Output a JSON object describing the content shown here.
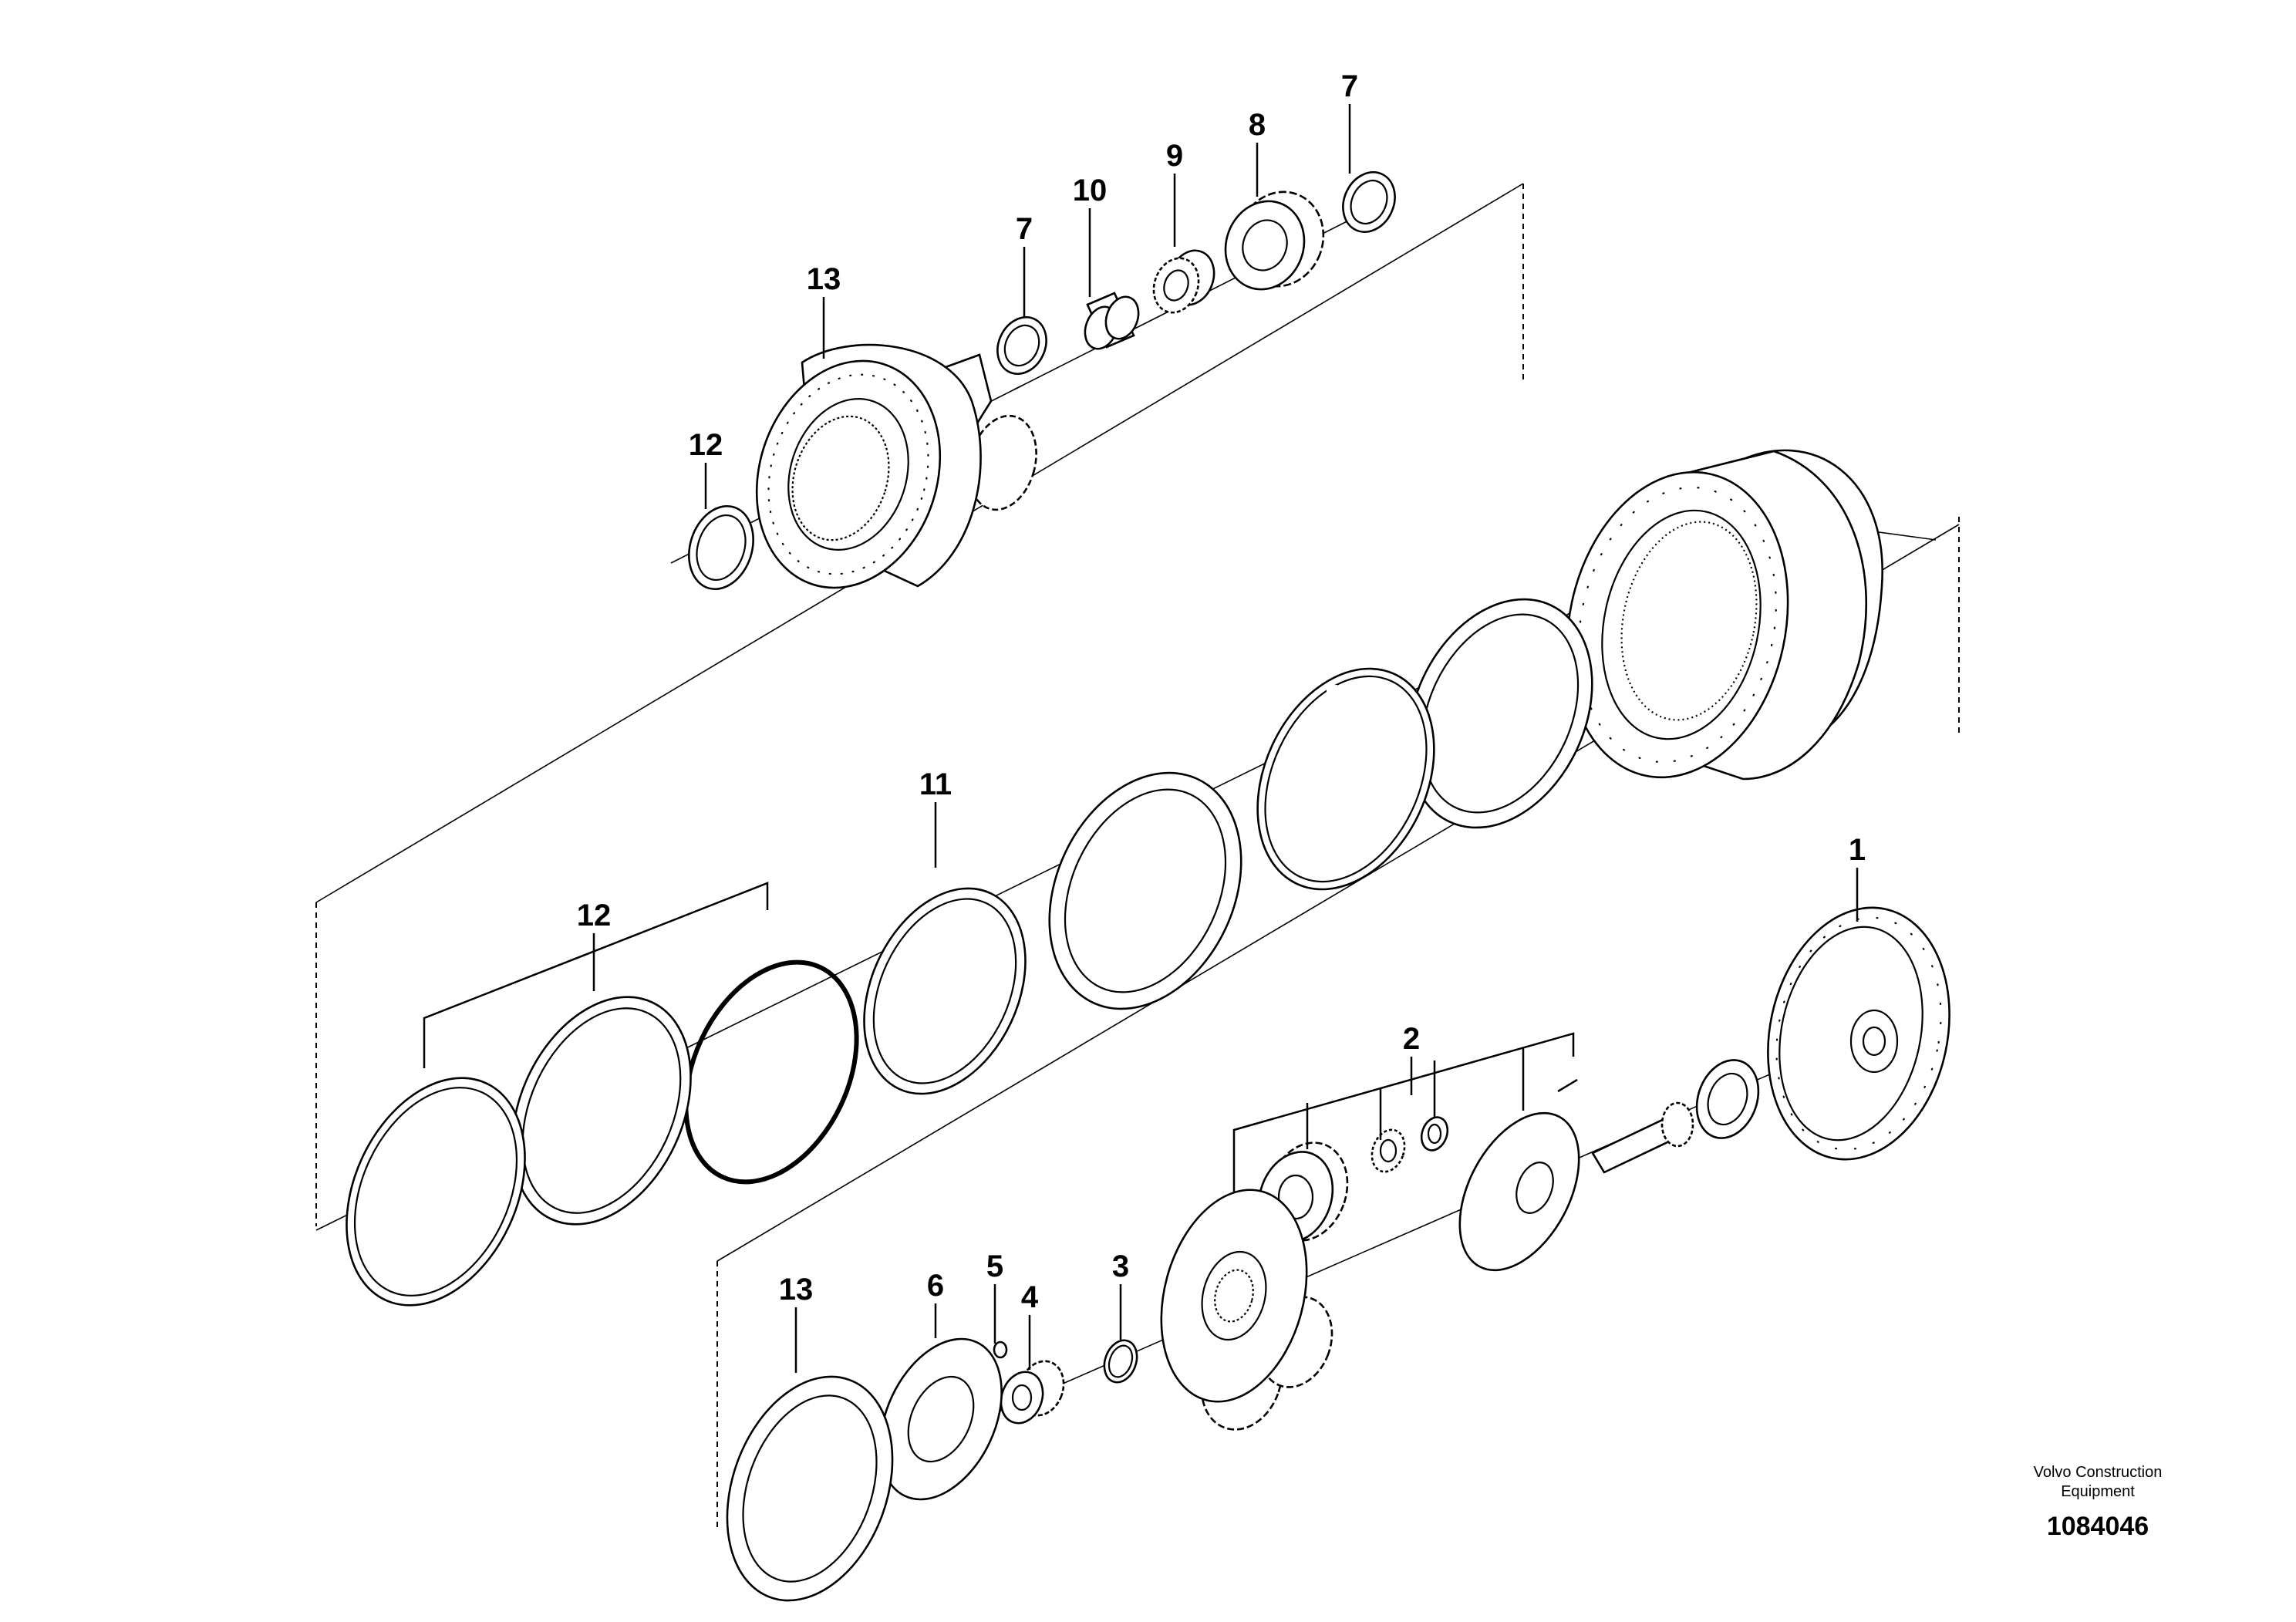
{
  "callouts": {
    "c7a": "7",
    "c8": "8",
    "c9": "9",
    "c10": "10",
    "c7b": "7",
    "c13a": "13",
    "c12a": "12",
    "c11": "11",
    "c12b": "12",
    "c1": "1",
    "c2": "2",
    "c13b": "13",
    "c6": "6",
    "c5": "5",
    "c4": "4",
    "c3": "3"
  },
  "footer": {
    "brand_line1": "Volvo Construction",
    "brand_line2": "Equipment",
    "document_number": "1084046"
  }
}
